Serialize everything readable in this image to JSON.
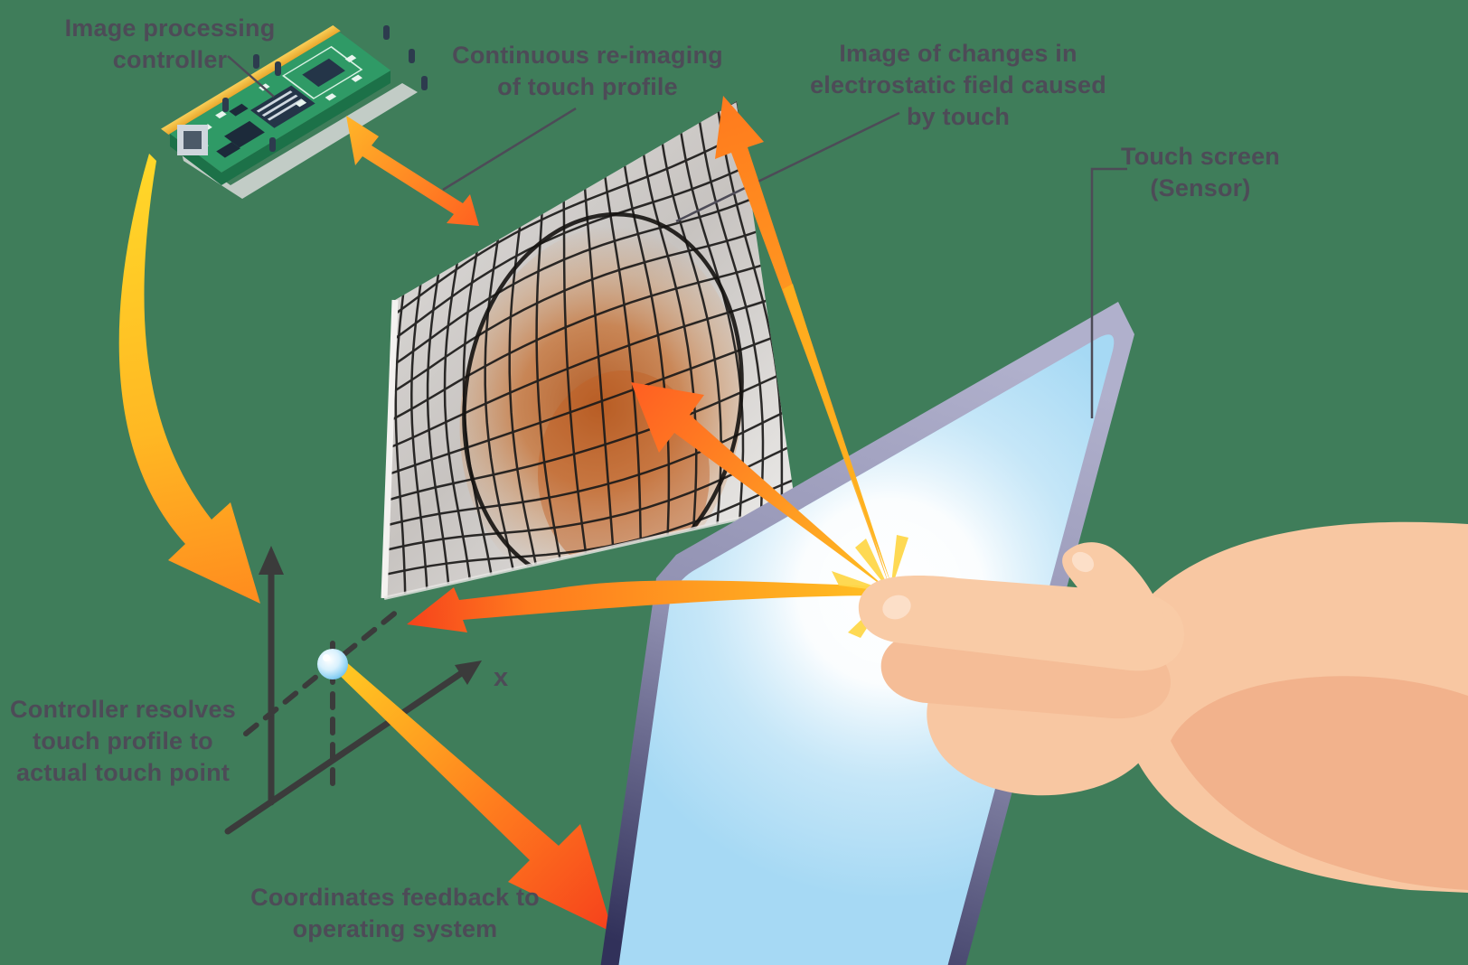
{
  "labels": {
    "image_processing": {
      "line1": "Image processing",
      "line2": "controller"
    },
    "reimaging": {
      "line1": "Continuous re-imaging",
      "line2": "of touch profile"
    },
    "efield": {
      "line1": "Image of changes in",
      "line2": "electrostatic field caused",
      "line3": "by touch"
    },
    "touchscreen": {
      "line1": "Touch screen",
      "line2": "(Sensor)"
    },
    "resolve": {
      "line1": "Controller resolves",
      "line2": "touch profile to",
      "line3": "actual touch point"
    },
    "feedback": {
      "line1": "Coordinates feedback to",
      "line2": "operating system"
    },
    "axis_x": "x"
  },
  "colors": {
    "background": "#3f7d5a",
    "text": "#4d4b57",
    "arrow_yellow": "#ffd21e",
    "arrow_orange": "#ff8c1e",
    "arrow_red": "#f6431c",
    "pcb_green": "#2f9a66",
    "pcb_gold": "#f2b93e",
    "chip_dark": "#243548",
    "mesh_gray": "#cfccc9",
    "mesh_line": "#1d1b1a",
    "bulge_orange": "#c8763b",
    "screen_blue": "#a6d9f4",
    "screen_edge_top": "#a9a9c6",
    "screen_edge_bottom": "#31315a",
    "skin": "#f8c7a2",
    "skin_shade": "#f2b28c",
    "axis_dark": "#3b3b3b",
    "touch_sphere": "#8fd2f4"
  }
}
